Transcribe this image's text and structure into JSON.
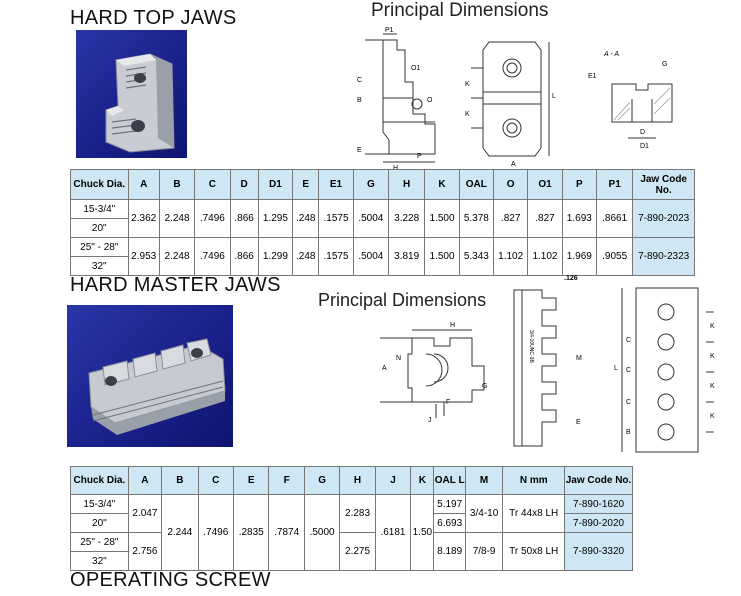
{
  "hard_top": {
    "title": "HARD TOP JAWS",
    "dims_title": "Principal Dimensions",
    "headers": [
      "Chuck Dia.",
      "A",
      "B",
      "C",
      "D",
      "D1",
      "E",
      "E1",
      "G",
      "H",
      "K",
      "OAL",
      "O",
      "O1",
      "P",
      "P1",
      "Jaw Code No."
    ],
    "rows": [
      {
        "dia1": "15-3/4\"",
        "dia2": "20\"",
        "values": [
          "2.362",
          "2.248",
          ".7496",
          ".866",
          "1.295",
          ".248",
          ".1575",
          ".5004",
          "3.228",
          "1.500",
          "5.378",
          ".827",
          ".827",
          "1.693",
          ".8661",
          "7-890-2023"
        ]
      },
      {
        "dia1": "25\" - 28\"",
        "dia2": "32\"",
        "values": [
          "2.953",
          "2.248",
          ".7496",
          ".866",
          "1.299",
          ".248",
          ".1575",
          ".5004",
          "3.819",
          "1.500",
          "5.343",
          "1.102",
          "1.102",
          "1.969",
          ".9055",
          "7-890-2323"
        ]
      }
    ],
    "drawing_labels": {
      "p1": "P1",
      "o1": "O1",
      "o": "O",
      "c": "C",
      "b": "B",
      "e": "E",
      "h": "H",
      "p": "P",
      "k1": "K",
      "k2": "K",
      "a": "A",
      "l": "L",
      "aa": "A - A",
      "e1": "E1",
      "g": "G",
      "d": "D",
      "d1": "D1",
      "sec": "A"
    }
  },
  "hard_master": {
    "title": "HARD MASTER JAWS",
    "dims_title": "Principal Dimensions",
    "headers": [
      "Chuck Dia.",
      "A",
      "B",
      "C",
      "E",
      "F",
      "G",
      "H",
      "J",
      "K",
      "OAL L",
      "M",
      "N mm",
      "Jaw Code No."
    ],
    "rows": {
      "dia": [
        "15-3/4\"",
        "20\"",
        "25\" - 28\"",
        "32\""
      ],
      "a": [
        "2.047",
        "2.756"
      ],
      "b": "2.244",
      "c": ".7496",
      "e": ".2835",
      "f": ".7874",
      "g": ".5000",
      "h": [
        "2.283",
        "2.275"
      ],
      "j": ".6181",
      "k": "1.50",
      "oal": [
        "5.197",
        "6.693",
        "8.189"
      ],
      "m": [
        "3/4-10",
        "7/8-9"
      ],
      "n": [
        "Tr 44x8 LH",
        "Tr 50x8 LH"
      ],
      "code": [
        "7-890-1620",
        "7-890-2020",
        "7-890-3320"
      ]
    },
    "drawing_labels": {
      "h": "H",
      "n": "N",
      "a": "A",
      "g": "G",
      "j": "J",
      "f": "F",
      "dim126": ".126",
      "m": "M",
      "e": "E",
      "c1": "C",
      "c2": "C",
      "c3": "C",
      "b": "B",
      "l": "L",
      "k1": "K",
      "k2": "K",
      "k3": "K",
      "k4": "K",
      "thread": "3/4-10UNC-3B"
    }
  },
  "operating_screw": {
    "title": "OPERATING SCREW"
  }
}
